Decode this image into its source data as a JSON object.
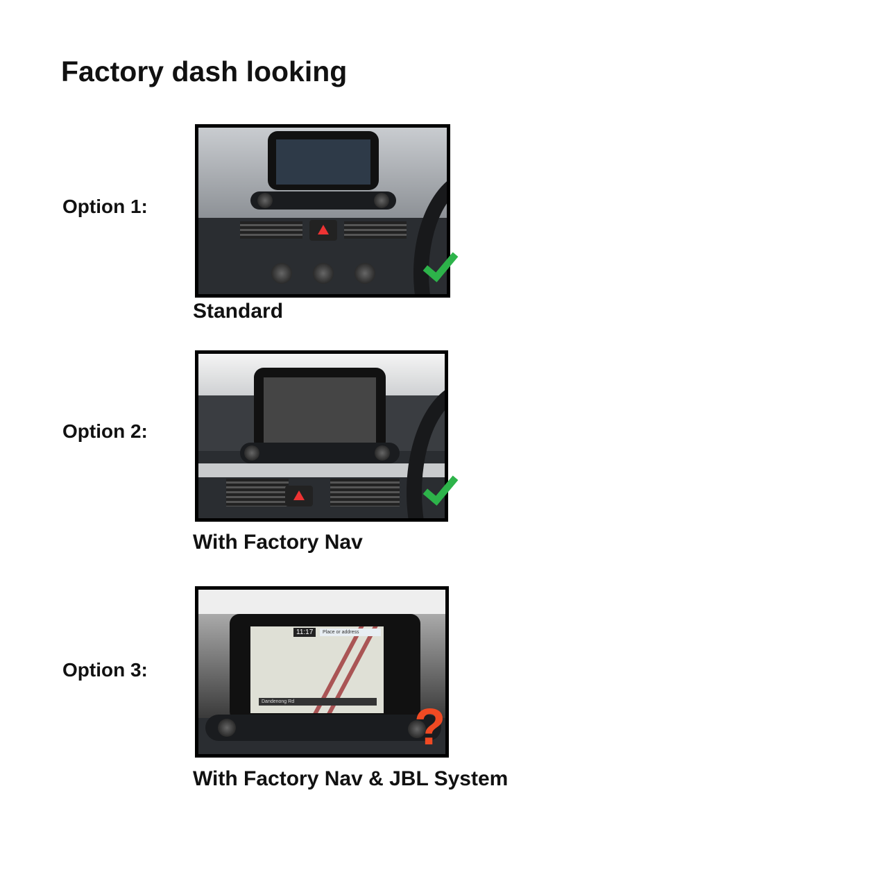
{
  "title": "Factory dash looking",
  "options": [
    {
      "label": "Option 1:",
      "caption": "Standard",
      "status_icon": "checkmark-icon",
      "status_color": "#2db34a"
    },
    {
      "label": "Option 2:",
      "caption": "With Factory Nav",
      "status_icon": "checkmark-icon",
      "status_color": "#2db34a"
    },
    {
      "label": "Option 3:",
      "caption": "With Factory Nav & JBL System",
      "status_icon": "question-mark-icon",
      "status_color": "#f04a23",
      "status_symbol": "?"
    }
  ],
  "nav_screen": {
    "clock": "11:17",
    "search_placeholder": "Place or address",
    "street": "Dandenong Rd"
  }
}
